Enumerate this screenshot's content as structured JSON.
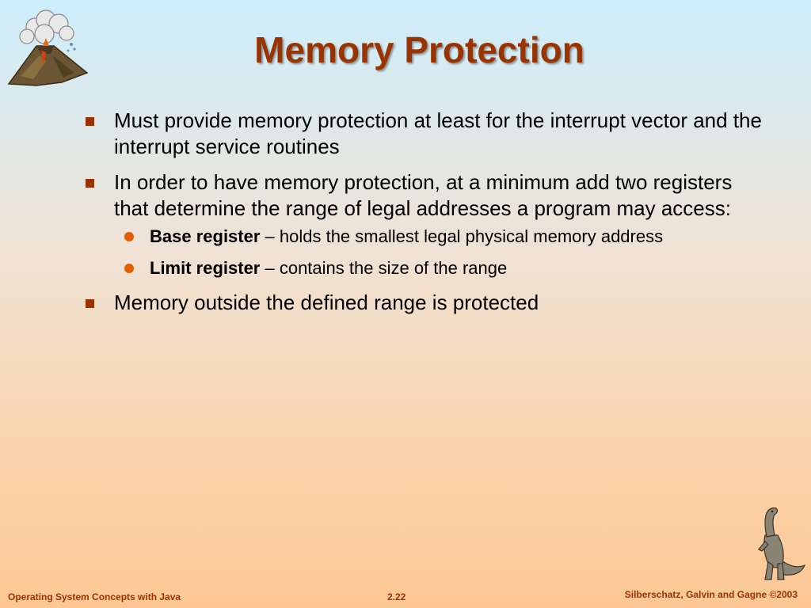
{
  "slide": {
    "title": "Memory Protection",
    "bullets": [
      {
        "text": "Must provide memory protection at least for the interrupt vector and the interrupt service routines"
      },
      {
        "text": "In order to have memory protection, at a minimum add two registers that determine the range of legal addresses a program may access:",
        "sub": [
          {
            "bold": "Base register",
            "text": " – holds the smallest legal physical memory address"
          },
          {
            "bold": "Limit register",
            "text": " – contains the size of the range"
          }
        ]
      },
      {
        "text": "Memory outside the defined range is protected"
      }
    ]
  },
  "footer": {
    "left": "Operating System Concepts with Java",
    "center": "2.22",
    "right": "Silberschatz, Galvin and Gagne ©2003"
  },
  "icons": {
    "top_left": "volcano-icon",
    "bottom_right": "dinosaur-icon"
  },
  "colors": {
    "title": "#993300",
    "bullet_square": "#993300",
    "bullet_dot": "#e05e00",
    "footer": "#993300"
  }
}
